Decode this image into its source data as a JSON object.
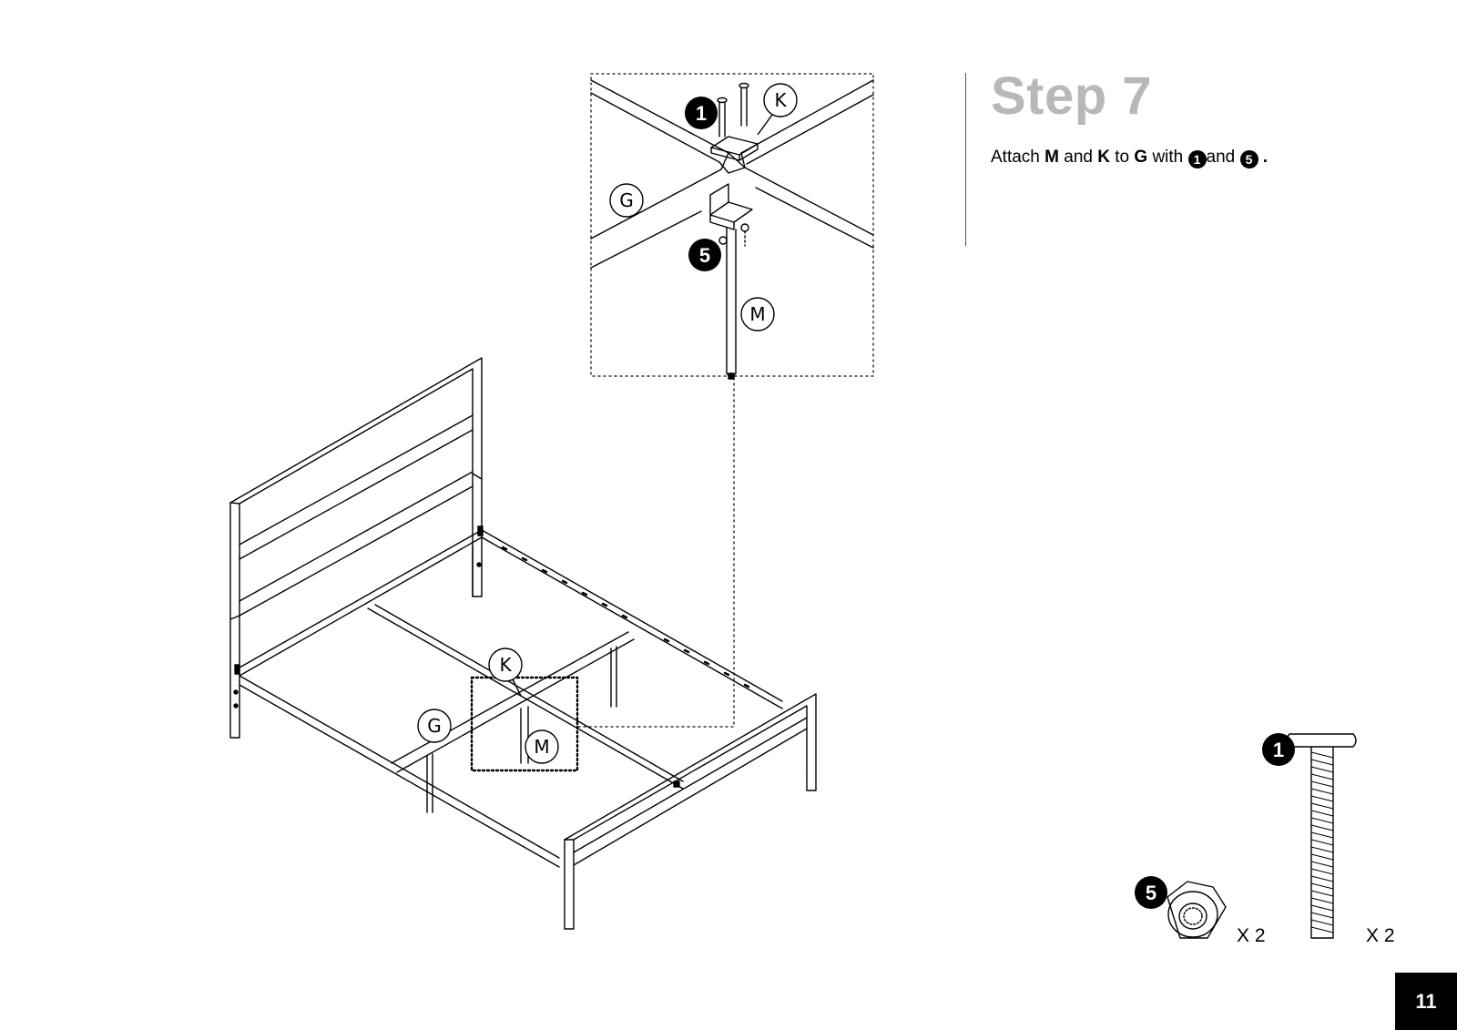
{
  "step": {
    "title": "Step 7",
    "instruction": {
      "prefix": "Attach ",
      "part_a": "M",
      "and_1": " and ",
      "part_b": "K",
      "to": " to ",
      "part_c": "G",
      "with": " with ",
      "hardware_1": "1",
      "and_2": "and ",
      "hardware_2": "5",
      "suffix": "."
    }
  },
  "callouts": {
    "part_k": "K",
    "part_g": "G",
    "part_m": "M",
    "hw_bolt": "1",
    "hw_nut": "5"
  },
  "hardware": {
    "bolt": {
      "badge": "1",
      "quantity": "X 2"
    },
    "nut": {
      "badge": "5",
      "quantity": "X 2"
    }
  },
  "page_number": "11"
}
